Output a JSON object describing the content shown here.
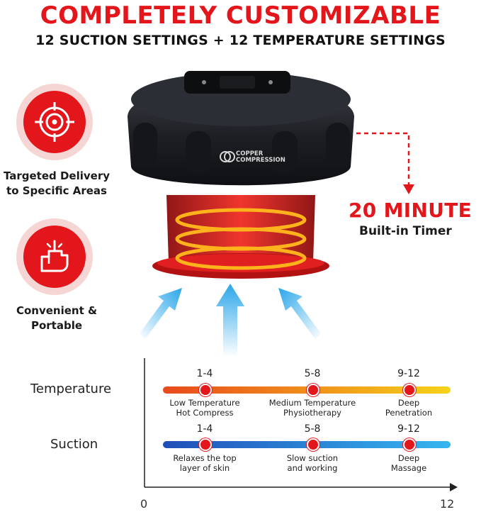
{
  "header": {
    "title": "COMPLETELY CUSTOMIZABLE",
    "subtitle": "12 SUCTION SETTINGS + 12 TEMPERATURE SETTINGS"
  },
  "features": [
    {
      "icon": "target-icon",
      "text_line1": "Targeted Delivery",
      "text_line2": "to Specific Areas"
    },
    {
      "icon": "hand-tap-icon",
      "text_line1": "Convenient &",
      "text_line2": "Portable"
    }
  ],
  "product": {
    "brand_line1": "COPPER",
    "brand_line2": "COMPRESSION"
  },
  "timer": {
    "headline": "20 MINUTE",
    "caption": "Built-in Timer"
  },
  "settings": {
    "temperature": {
      "label": "Temperature",
      "level": [
        {
          "range": "1-4",
          "desc_line1": "Low Temperature",
          "desc_line2": "Hot Compress"
        },
        {
          "range": "5-8",
          "desc_line1": "Medium Temperature",
          "desc_line2": "Physiotherapy"
        },
        {
          "range": "9-12",
          "desc_line1": "Deep",
          "desc_line2": "Penetration"
        }
      ]
    },
    "suction": {
      "label": "Suction",
      "level": [
        {
          "range": "1-4",
          "desc_line1": "Relaxes the top",
          "desc_line2": "layer of skin"
        },
        {
          "range": "5-8",
          "desc_line1": "Slow suction",
          "desc_line2": "and working"
        },
        {
          "range": "9-12",
          "desc_line1": "Deep",
          "desc_line2": "Massage"
        }
      ]
    },
    "axis": {
      "min": "0",
      "max": "12"
    }
  },
  "colors": {
    "accent_red": "#e3161b",
    "temperature_gradient": [
      "#e8491d",
      "#f6d31a"
    ],
    "suction_gradient": [
      "#1f4fb8",
      "#36b6f0"
    ],
    "arrow_blue": "#2aa6ea",
    "device_body": "#1d1f24",
    "device_cup_red": "#cf1616",
    "coil_orange": "#ffb21c"
  }
}
